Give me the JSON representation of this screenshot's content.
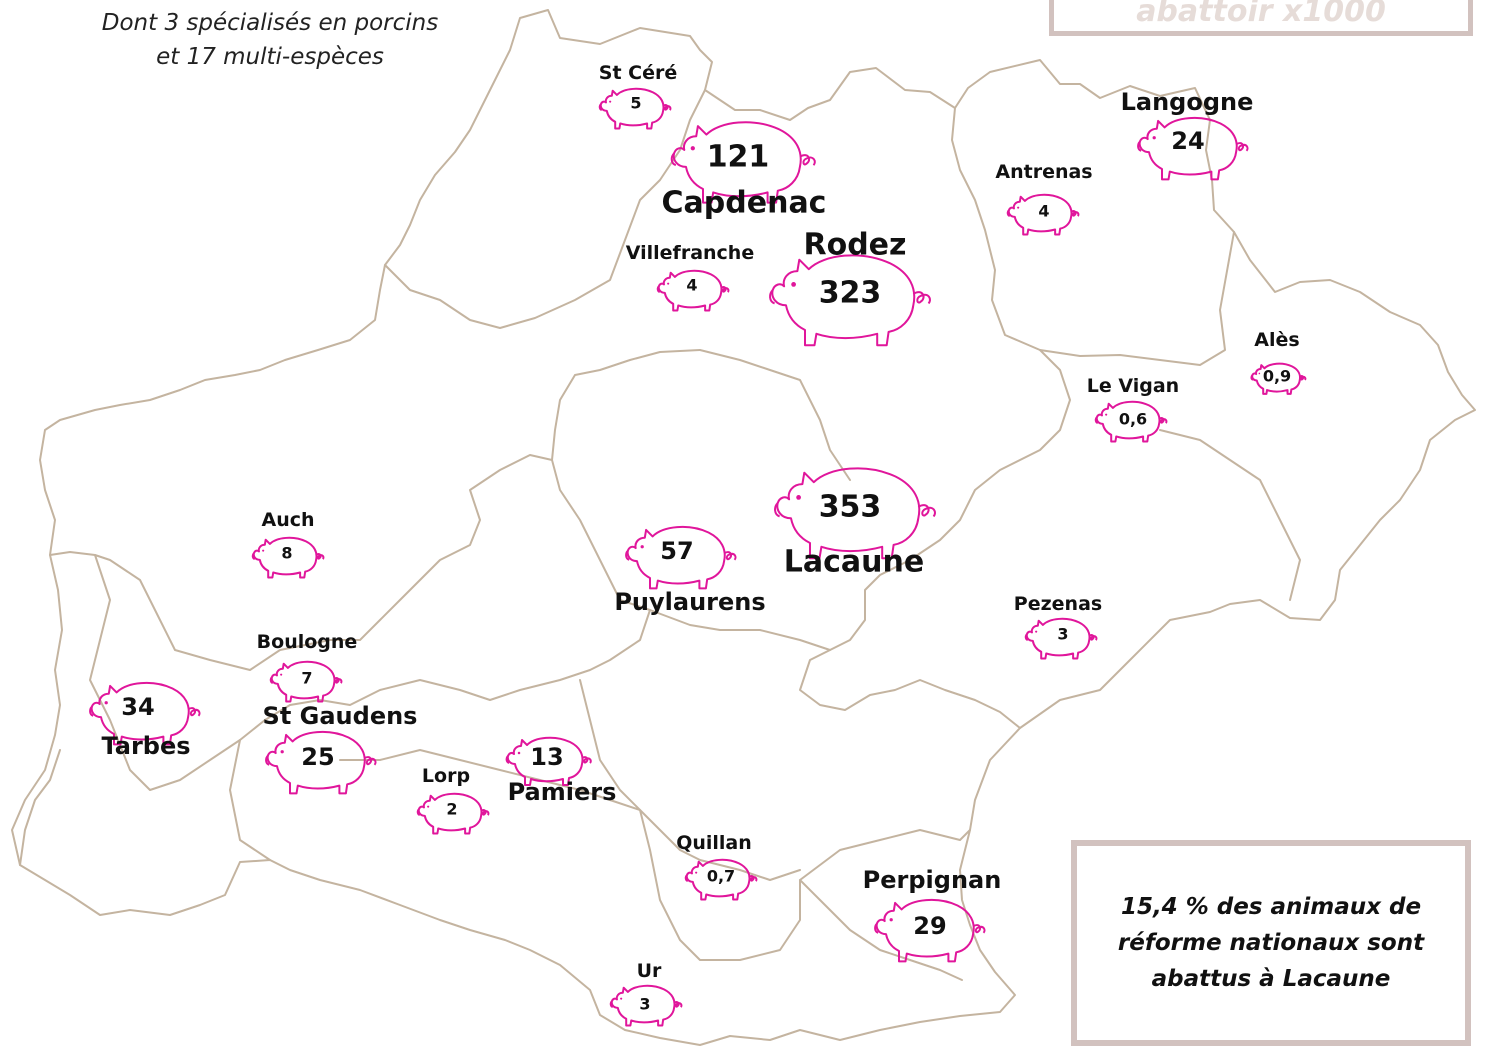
{
  "subtitle": {
    "line1": "Dont 3 spécialisés en porcins",
    "line2": "et 17 multi-espèces"
  },
  "legend_partial": "abattoir x1000",
  "note": "15,4 % des animaux de réforme nationaux sont abattus à Lacaune",
  "colors": {
    "pig": "#e0169b",
    "border": "#c4b4a0",
    "box_border": "#d2c2bf"
  },
  "icons": {
    "pig": "pig-icon"
  },
  "sites": [
    {
      "name": "St Céré",
      "value": "5",
      "value_num": 5
    },
    {
      "name": "Capdenac",
      "value": "121",
      "value_num": 121
    },
    {
      "name": "Villefranche",
      "value": "4",
      "value_num": 4
    },
    {
      "name": "Rodez",
      "value": "323",
      "value_num": 323
    },
    {
      "name": "Langogne",
      "value": "24",
      "value_num": 24
    },
    {
      "name": "Antrenas",
      "value": "4",
      "value_num": 4
    },
    {
      "name": "Alès",
      "value": "0,9",
      "value_num": 0.9
    },
    {
      "name": "Le Vigan",
      "value": "0,6",
      "value_num": 0.6
    },
    {
      "name": "Lacaune",
      "value": "353",
      "value_num": 353
    },
    {
      "name": "Puylaurens",
      "value": "57",
      "value_num": 57
    },
    {
      "name": "Auch",
      "value": "8",
      "value_num": 8
    },
    {
      "name": "Boulogne",
      "value": "7",
      "value_num": 7
    },
    {
      "name": "Tarbes",
      "value": "34",
      "value_num": 34
    },
    {
      "name": "St Gaudens",
      "value": "25",
      "value_num": 25
    },
    {
      "name": "Pamiers",
      "value": "13",
      "value_num": 13
    },
    {
      "name": "Lorp",
      "value": "2",
      "value_num": 2
    },
    {
      "name": "Pezenas",
      "value": "3",
      "value_num": 3
    },
    {
      "name": "Quillan",
      "value": "0,7",
      "value_num": 0.7
    },
    {
      "name": "Perpignan",
      "value": "29",
      "value_num": 29
    },
    {
      "name": "Ur",
      "value": "3",
      "value_num": 3
    }
  ]
}
